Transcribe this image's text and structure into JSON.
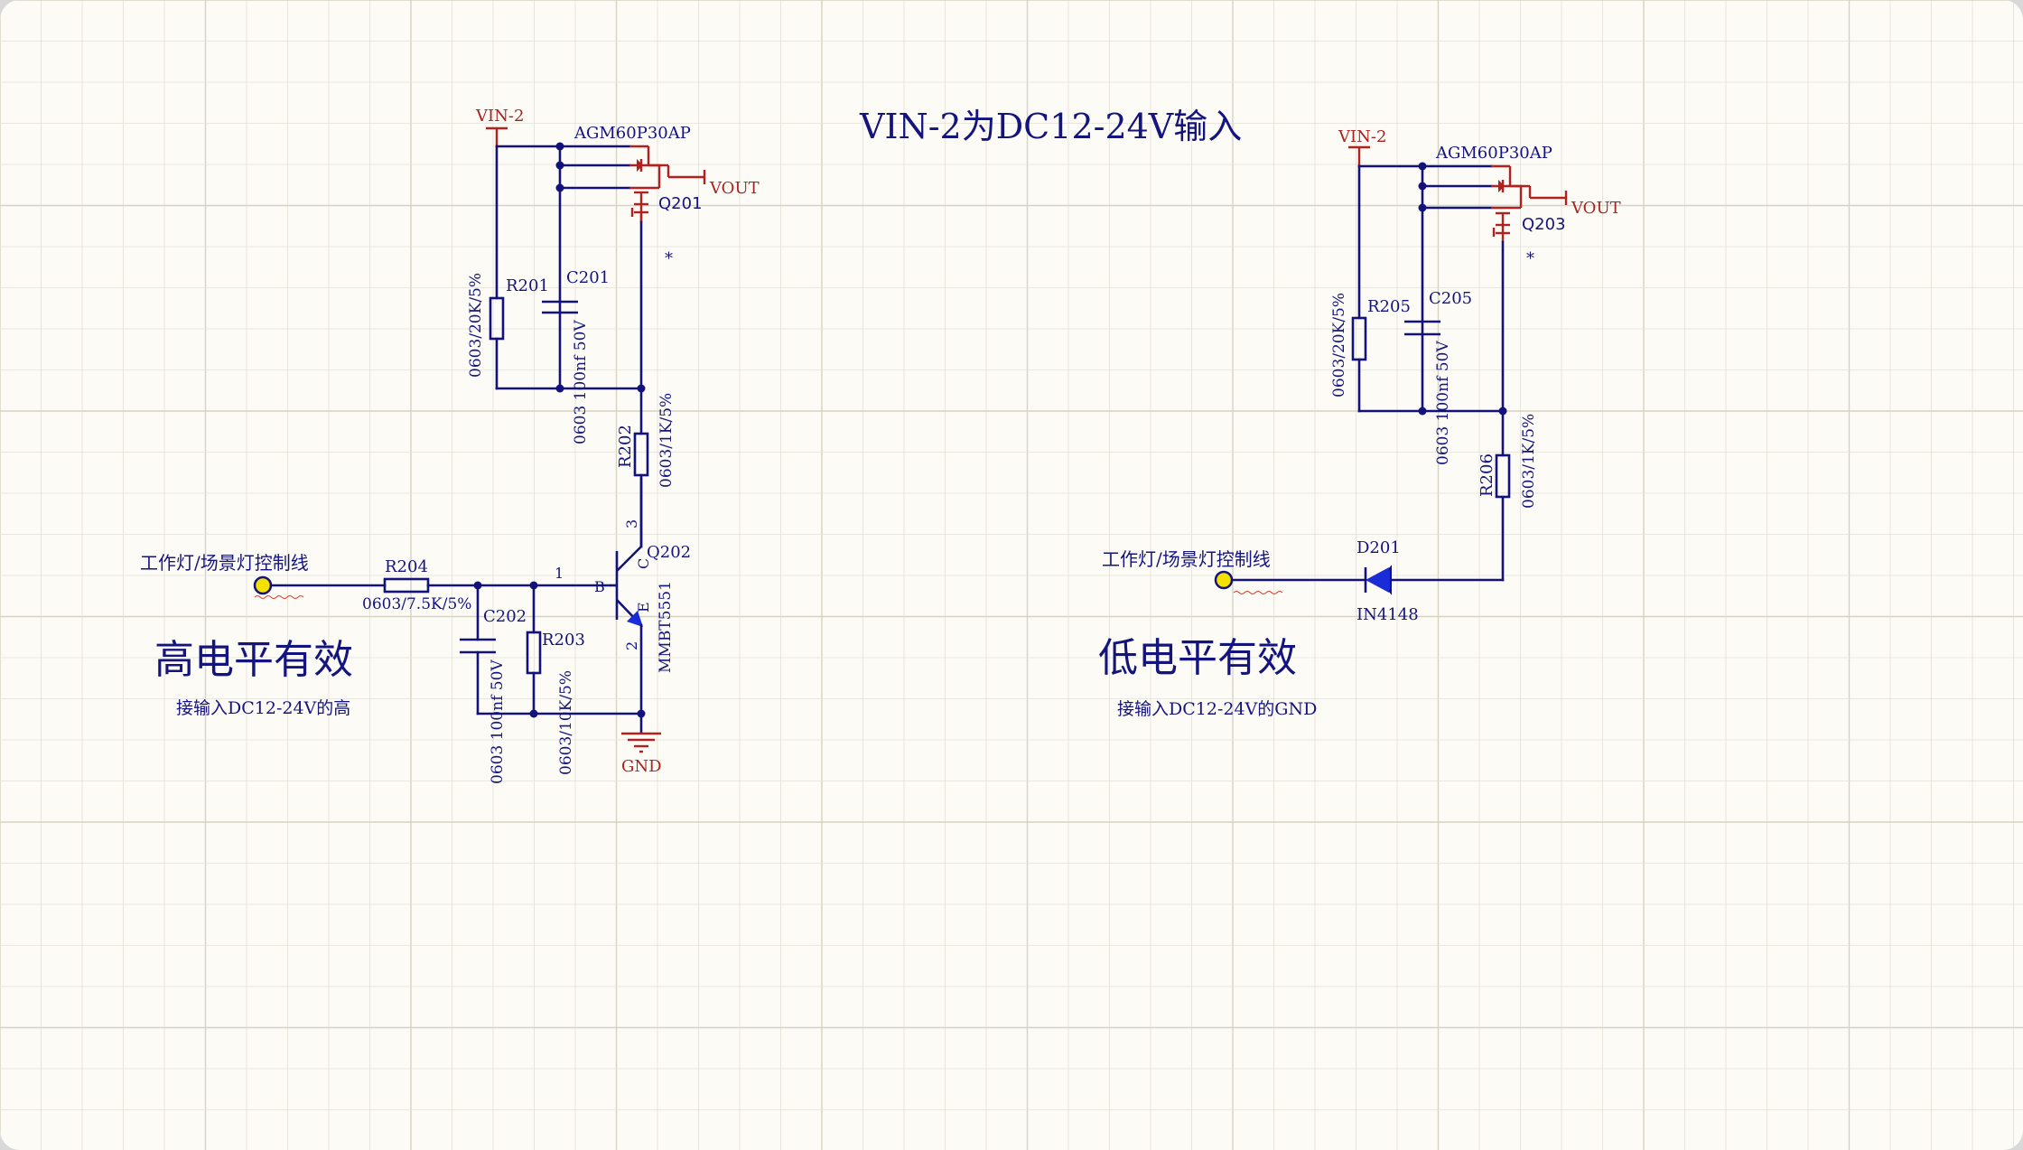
{
  "title": "VIN-2为DC12-24V输入",
  "colors": {
    "wire": "#12127a",
    "pin": "#b0211f",
    "grid": "#e3e0d6",
    "background": "#fcfbf6",
    "port_fill": "#f5e100"
  },
  "left": {
    "vin": "VIN-2",
    "mosfet_part": "AGM60P30AP",
    "vout": "VOUT",
    "mosfet_ref": "Q201",
    "asterisk": "*",
    "r201_ref": "R201",
    "r201_val": "0603/20K/5%",
    "c201_ref": "C201",
    "c201_val": "0603 100nf 50V",
    "r202_ref": "R202",
    "r202_val": "0603/1K/5%",
    "input_label": "工作灯/场景灯控制线",
    "r204_ref": "R204",
    "r204_val": "0603/7.5K/5%",
    "c202_ref": "C202",
    "c202_val": "0603 100nf 50V",
    "r203_ref": "R203",
    "r203_val": "0603/10K/5%",
    "q202_ref": "Q202",
    "q202_part": "MMBT5551",
    "pin_b": "B",
    "pin_c": "C",
    "pin_e": "E",
    "pin1": "1",
    "pin2": "2",
    "pin3": "3",
    "gnd": "GND",
    "mode": "高电平有效",
    "note": "接输入DC12-24V的高"
  },
  "right": {
    "vin": "VIN-2",
    "mosfet_part": "AGM60P30AP",
    "vout": "VOUT",
    "mosfet_ref": "Q203",
    "asterisk": "*",
    "r205_ref": "R205",
    "r205_val": "0603/20K/5%",
    "c205_ref": "C205",
    "c205_val": "0603 100nf 50V",
    "r206_ref": "R206",
    "r206_val": "0603/1K/5%",
    "input_label": "工作灯/场景灯控制线",
    "d201_ref": "D201",
    "d201_part": "IN4148",
    "mode": "低电平有效",
    "note": "接输入DC12-24V的GND"
  }
}
